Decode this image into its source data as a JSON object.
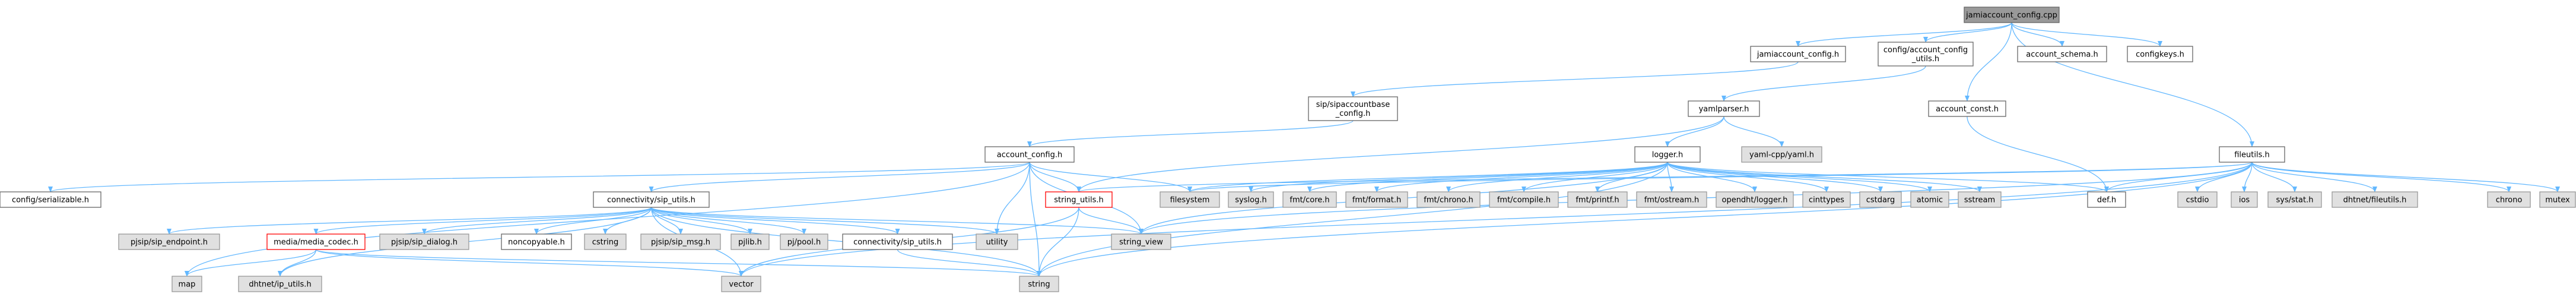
{
  "nodes": [
    {
      "id": "root",
      "label": "jamiaccount_config.cpp",
      "kind": "root"
    },
    {
      "id": "jamiaccount_config_h",
      "label": "jamiaccount_config.h",
      "kind": "plain"
    },
    {
      "id": "config_account_config_utils_h",
      "label": "config/account_config\n_utils.h",
      "kind": "plain"
    },
    {
      "id": "account_schema_h",
      "label": "account_schema.h",
      "kind": "plain"
    },
    {
      "id": "configkeys_h",
      "label": "configkeys.h",
      "kind": "plain"
    },
    {
      "id": "sip_sipaccountbase_config_h",
      "label": "sip/sipaccountbase\n_config.h",
      "kind": "plain"
    },
    {
      "id": "yamlparser_h",
      "label": "yamlparser.h",
      "kind": "plain"
    },
    {
      "id": "account_const_h",
      "label": "account_const.h",
      "kind": "plain"
    },
    {
      "id": "fileutils_h",
      "label": "fileutils.h",
      "kind": "plain"
    },
    {
      "id": "account_config_h",
      "label": "account_config.h",
      "kind": "plain"
    },
    {
      "id": "logger_h",
      "label": "logger.h",
      "kind": "plain"
    },
    {
      "id": "yaml_cpp_h",
      "label": "yaml-cpp/yaml.h",
      "kind": "ext"
    },
    {
      "id": "config_serializable_h",
      "label": "config/serializable.h",
      "kind": "plain"
    },
    {
      "id": "connectivity_sip_utils_h",
      "label": "connectivity/sip_utils.h",
      "kind": "plain"
    },
    {
      "id": "string_utils_h",
      "label": "string_utils.h",
      "kind": "err"
    },
    {
      "id": "filesystem",
      "label": "filesystem",
      "kind": "ext"
    },
    {
      "id": "syslog_h",
      "label": "syslog.h",
      "kind": "ext"
    },
    {
      "id": "fmt_core_h",
      "label": "fmt/core.h",
      "kind": "ext"
    },
    {
      "id": "fmt_format_h",
      "label": "fmt/format.h",
      "kind": "ext"
    },
    {
      "id": "fmt_chrono_h",
      "label": "fmt/chrono.h",
      "kind": "ext"
    },
    {
      "id": "fmt_compile_h",
      "label": "fmt/compile.h",
      "kind": "ext"
    },
    {
      "id": "fmt_printf_h",
      "label": "fmt/printf.h",
      "kind": "ext"
    },
    {
      "id": "fmt_ostream_h",
      "label": "fmt/ostream.h",
      "kind": "ext"
    },
    {
      "id": "opendht_logger_h",
      "label": "opendht/logger.h",
      "kind": "ext"
    },
    {
      "id": "cinttypes",
      "label": "cinttypes",
      "kind": "ext"
    },
    {
      "id": "cstdarg",
      "label": "cstdarg",
      "kind": "ext"
    },
    {
      "id": "atomic",
      "label": "atomic",
      "kind": "ext"
    },
    {
      "id": "sstream",
      "label": "sstream",
      "kind": "ext"
    },
    {
      "id": "def_h",
      "label": "def.h",
      "kind": "plain"
    },
    {
      "id": "cstdio",
      "label": "cstdio",
      "kind": "ext"
    },
    {
      "id": "ios",
      "label": "ios",
      "kind": "ext"
    },
    {
      "id": "sys_stat_h",
      "label": "sys/stat.h",
      "kind": "ext"
    },
    {
      "id": "dhtnet_fileutils_h",
      "label": "dhtnet/fileutils.h",
      "kind": "ext"
    },
    {
      "id": "chrono",
      "label": "chrono",
      "kind": "ext"
    },
    {
      "id": "mutex",
      "label": "mutex",
      "kind": "ext"
    },
    {
      "id": "pjsip_sip_endpoint_h",
      "label": "pjsip/sip_endpoint.h",
      "kind": "ext"
    },
    {
      "id": "media_media_codec_h",
      "label": "media/media_codec.h",
      "kind": "err"
    },
    {
      "id": "pjsip_sip_dialog_h",
      "label": "pjsip/sip_dialog.h",
      "kind": "ext"
    },
    {
      "id": "noncopyable_h",
      "label": "noncopyable.h",
      "kind": "plain"
    },
    {
      "id": "cstring",
      "label": "cstring",
      "kind": "ext"
    },
    {
      "id": "pjsip_sip_msg_h",
      "label": "pjsip/sip_msg.h",
      "kind": "ext"
    },
    {
      "id": "pjlib_h",
      "label": "pjlib.h",
      "kind": "ext"
    },
    {
      "id": "pj_pool_h",
      "label": "pj/pool.h",
      "kind": "ext"
    },
    {
      "id": "connectivity_sip_utils_h2",
      "label": "connectivity/sip_utils.h",
      "kind": "plain"
    },
    {
      "id": "utility",
      "label": "utility",
      "kind": "ext"
    },
    {
      "id": "string_view",
      "label": "string_view",
      "kind": "ext"
    },
    {
      "id": "map",
      "label": "map",
      "kind": "ext"
    },
    {
      "id": "dhtnet_ip_utils_h",
      "label": "dhtnet/ip_utils.h",
      "kind": "ext"
    },
    {
      "id": "vector",
      "label": "vector",
      "kind": "ext"
    },
    {
      "id": "string",
      "label": "string",
      "kind": "ext"
    }
  ],
  "edges": [
    [
      "root",
      "jamiaccount_config_h"
    ],
    [
      "root",
      "config_account_config_utils_h"
    ],
    [
      "root",
      "account_schema_h"
    ],
    [
      "root",
      "configkeys_h"
    ],
    [
      "root",
      "account_const_h"
    ],
    [
      "root",
      "fileutils_h"
    ],
    [
      "jamiaccount_config_h",
      "sip_sipaccountbase_config_h"
    ],
    [
      "config_account_config_utils_h",
      "yamlparser_h"
    ],
    [
      "sip_sipaccountbase_config_h",
      "account_config_h"
    ],
    [
      "yamlparser_h",
      "logger_h"
    ],
    [
      "yamlparser_h",
      "yaml_cpp_h"
    ],
    [
      "yamlparser_h",
      "string_utils_h"
    ],
    [
      "account_const_h",
      "def_h"
    ],
    [
      "account_config_h",
      "config_serializable_h"
    ],
    [
      "account_config_h",
      "connectivity_sip_utils_h"
    ],
    [
      "account_config_h",
      "string_utils_h"
    ],
    [
      "account_config_h",
      "filesystem"
    ],
    [
      "account_config_h",
      "utility"
    ],
    [
      "account_config_h",
      "string_view"
    ],
    [
      "account_config_h",
      "map"
    ],
    [
      "account_config_h",
      "string"
    ],
    [
      "logger_h",
      "syslog_h"
    ],
    [
      "logger_h",
      "fmt_core_h"
    ],
    [
      "logger_h",
      "fmt_format_h"
    ],
    [
      "logger_h",
      "fmt_chrono_h"
    ],
    [
      "logger_h",
      "fmt_compile_h"
    ],
    [
      "logger_h",
      "fmt_printf_h"
    ],
    [
      "logger_h",
      "fmt_ostream_h"
    ],
    [
      "logger_h",
      "opendht_logger_h"
    ],
    [
      "logger_h",
      "cinttypes"
    ],
    [
      "logger_h",
      "cstdarg"
    ],
    [
      "logger_h",
      "atomic"
    ],
    [
      "logger_h",
      "sstream"
    ],
    [
      "logger_h",
      "string_view"
    ],
    [
      "logger_h",
      "string"
    ],
    [
      "logger_h",
      "def_h"
    ],
    [
      "logger_h",
      "filesystem"
    ],
    [
      "fileutils_h",
      "def_h"
    ],
    [
      "fileutils_h",
      "cstdio"
    ],
    [
      "fileutils_h",
      "ios"
    ],
    [
      "fileutils_h",
      "sys_stat_h"
    ],
    [
      "fileutils_h",
      "dhtnet_fileutils_h"
    ],
    [
      "fileutils_h",
      "chrono"
    ],
    [
      "fileutils_h",
      "mutex"
    ],
    [
      "fileutils_h",
      "filesystem"
    ],
    [
      "fileutils_h",
      "string"
    ],
    [
      "fileutils_h",
      "vector"
    ],
    [
      "fileutils_h",
      "string_view"
    ],
    [
      "fileutils_h",
      "string_utils_h"
    ],
    [
      "connectivity_sip_utils_h",
      "pjsip_sip_endpoint_h"
    ],
    [
      "connectivity_sip_utils_h",
      "media_media_codec_h"
    ],
    [
      "connectivity_sip_utils_h",
      "pjsip_sip_dialog_h"
    ],
    [
      "connectivity_sip_utils_h",
      "noncopyable_h"
    ],
    [
      "connectivity_sip_utils_h",
      "cstring"
    ],
    [
      "connectivity_sip_utils_h",
      "pjsip_sip_msg_h"
    ],
    [
      "connectivity_sip_utils_h",
      "pjlib_h"
    ],
    [
      "connectivity_sip_utils_h",
      "pj_pool_h"
    ],
    [
      "connectivity_sip_utils_h",
      "connectivity_sip_utils_h2"
    ],
    [
      "connectivity_sip_utils_h",
      "utility"
    ],
    [
      "connectivity_sip_utils_h",
      "string"
    ],
    [
      "connectivity_sip_utils_h",
      "vector"
    ],
    [
      "connectivity_sip_utils_h",
      "dhtnet_ip_utils_h"
    ],
    [
      "connectivity_sip_utils_h",
      "string_view"
    ],
    [
      "string_utils_h",
      "string"
    ],
    [
      "string_utils_h",
      "vector"
    ],
    [
      "string_utils_h",
      "string_view"
    ],
    [
      "media_media_codec_h",
      "map"
    ],
    [
      "media_media_codec_h",
      "string"
    ],
    [
      "media_media_codec_h",
      "vector"
    ],
    [
      "media_media_codec_h",
      "dhtnet_ip_utils_h"
    ],
    [
      "connectivity_sip_utils_h2",
      "string"
    ]
  ]
}
